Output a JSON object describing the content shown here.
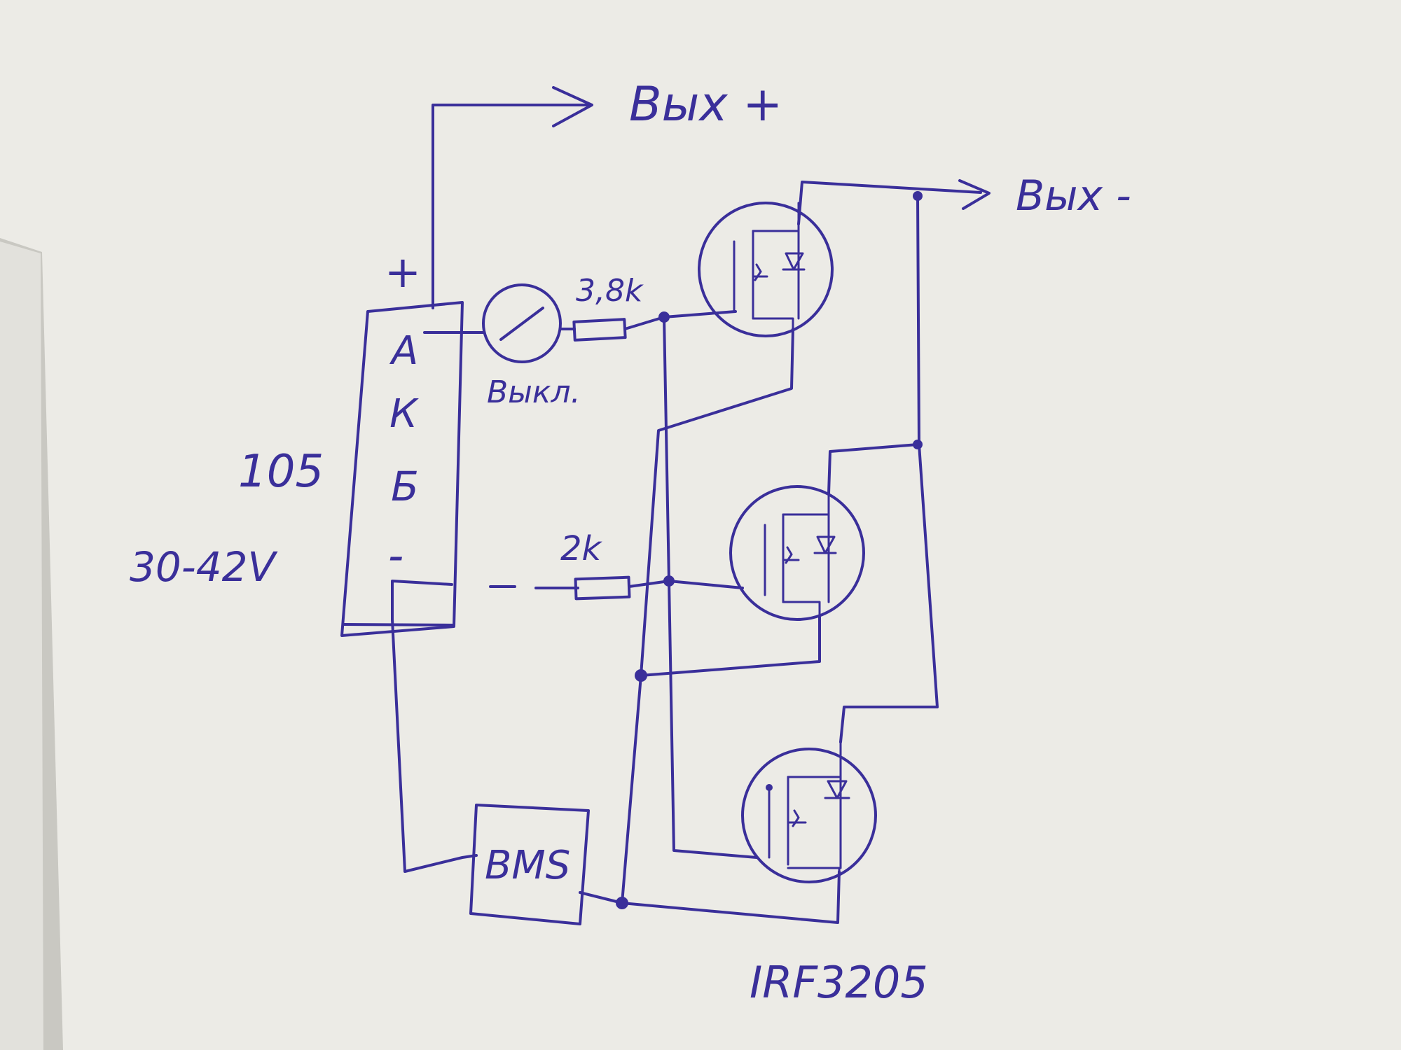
{
  "diagram": {
    "labels": {
      "out_plus": "Вых +",
      "out_minus": "Вых -",
      "battery_plus": "+",
      "battery_letters": [
        "А",
        "К",
        "Б"
      ],
      "battery_minus": "-",
      "battery_capacity": "105",
      "battery_voltage": "30-42V",
      "switch_label": "Выкл.",
      "resistor_1": "3,8k",
      "resistor_2": "2k",
      "bms": "BMS",
      "mosfet_model": "IRF3205"
    },
    "ink_color": "#3a2f9a",
    "paper_color": "#ecebe6"
  }
}
